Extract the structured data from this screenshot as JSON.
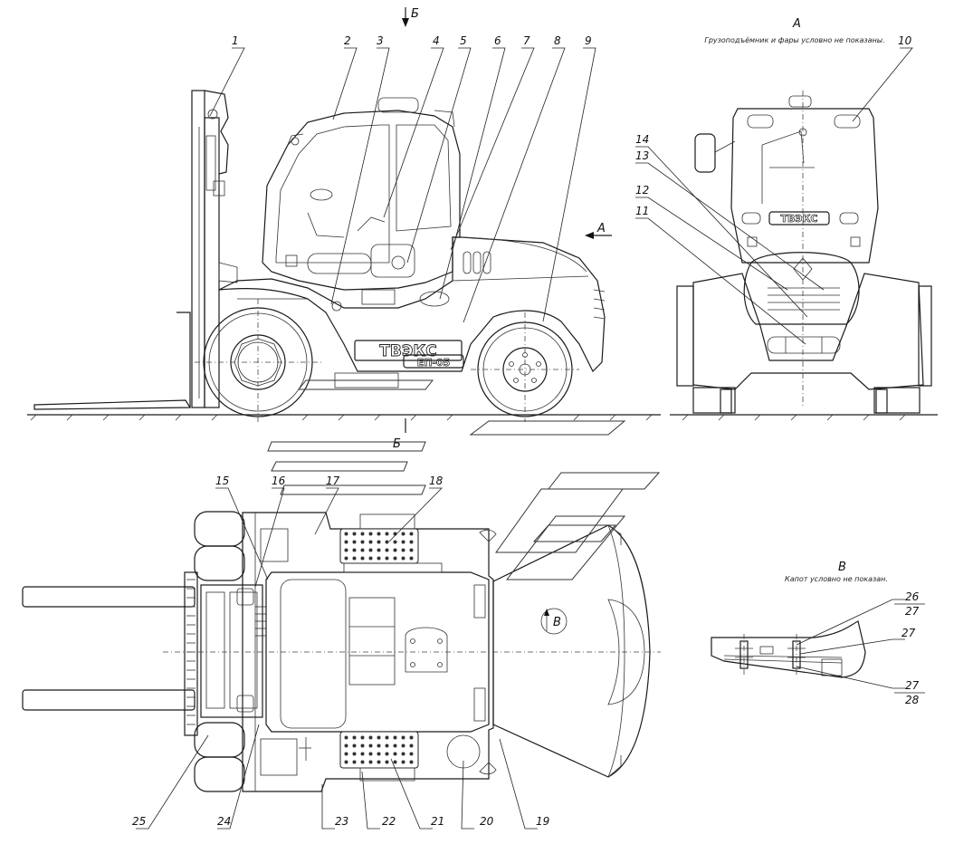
{
  "views": {
    "section_b_top": "Б",
    "section_b_bottom": "Б",
    "view_a_arrow": "A",
    "view_a_title": "A",
    "view_a_note": "Грузоподъёмник и фары условно не показаны.",
    "view_b_title": "В",
    "view_b_note": "Капот условно не показан.",
    "view_b_marker": "В"
  },
  "branding": {
    "side_logo": "ТВЭКС",
    "side_model": "ЕП-05",
    "rear_logo": "ТВЭКС"
  },
  "callouts": {
    "c1": "1",
    "c2": "2",
    "c3": "3",
    "c4": "4",
    "c5": "5",
    "c6": "6",
    "c7": "7",
    "c8": "8",
    "c9": "9",
    "c10": "10",
    "c11": "11",
    "c12": "12",
    "c13": "13",
    "c14": "14",
    "c15": "15",
    "c16": "16",
    "c17": "17",
    "c18": "18",
    "c19": "19",
    "c20": "20",
    "c21": "21",
    "c22": "22",
    "c23": "23",
    "c24": "24",
    "c25": "25",
    "c26": "26",
    "c27a": "27",
    "c27b": "27",
    "c27c": "27",
    "c28": "28"
  }
}
